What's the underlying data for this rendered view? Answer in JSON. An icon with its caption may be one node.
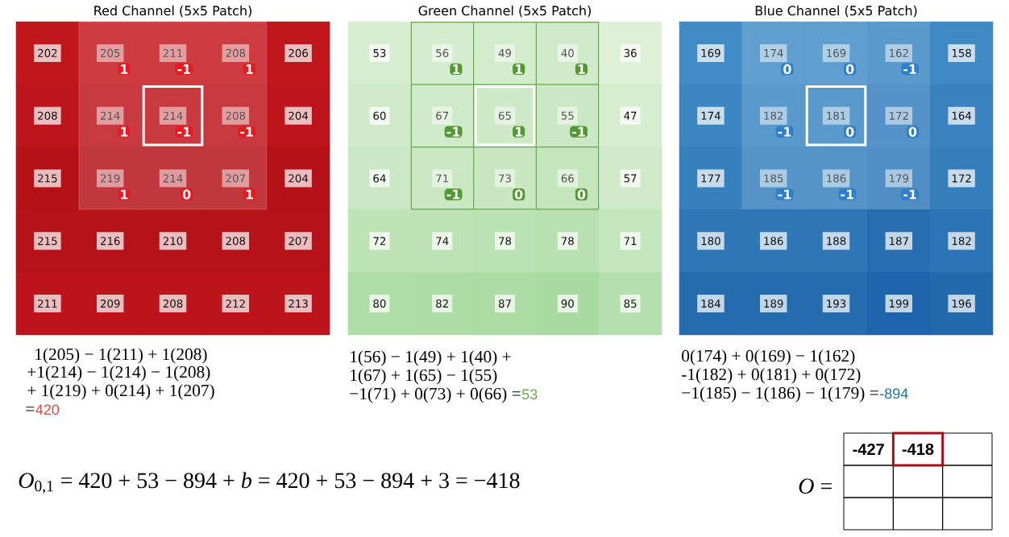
{
  "diagram": {
    "nodes": [
      {
        "text": [
          "Red Channel (5x5 Patch)"
        ]
      },
      {
        "text": [
          "202"
        ],
        "in": 0
      },
      {
        "text": [
          "205",
          "1"
        ],
        "in": 0
      },
      {
        "text": [
          "211",
          "-1"
        ],
        "in": 0
      },
      {
        "text": [
          "208",
          "1"
        ],
        "in": 0
      },
      {
        "text": [
          "206"
        ],
        "in": 0
      },
      {
        "text": [
          "208"
        ],
        "in": 0
      },
      {
        "text": [
          "214",
          "1"
        ],
        "in": 0
      },
      {
        "text": [
          "214",
          "-1"
        ],
        "in": 0
      },
      {
        "text": [
          "208",
          "-1"
        ],
        "in": 0
      },
      {
        "text": [
          "204"
        ],
        "in": 0
      },
      {
        "text": [
          "215"
        ],
        "in": 0
      },
      {
        "text": [
          "219",
          "1"
        ],
        "in": 0
      },
      {
        "text": [
          "214",
          "0"
        ],
        "in": 0
      },
      {
        "text": [
          "207",
          "1"
        ],
        "in": 0
      },
      {
        "text": [
          "204"
        ],
        "in": 0
      },
      {
        "text": [
          "215"
        ],
        "in": 0
      },
      {
        "text": [
          "216"
        ],
        "in": 0
      },
      {
        "text": [
          "210"
        ],
        "in": 0
      },
      {
        "text": [
          "208"
        ],
        "in": 0
      },
      {
        "text": [
          "207"
        ],
        "in": 0
      },
      {
        "text": [
          "211"
        ],
        "in": 0
      },
      {
        "text": [
          "209"
        ],
        "in": 0
      },
      {
        "text": [
          "208"
        ],
        "in": 0
      },
      {
        "text": [
          "212"
        ],
        "in": 0
      },
      {
        "text": [
          "213"
        ],
        "in": 0
      },
      {
        "text": [
          "Green Channel (5x5 Patch)"
        ]
      },
      {
        "text": [
          "53"
        ],
        "in": 26
      },
      {
        "text": [
          "56",
          "1"
        ],
        "in": 26
      },
      {
        "text": [
          "49",
          "1"
        ],
        "in": 26
      },
      {
        "text": [
          "40",
          "1"
        ],
        "in": 26
      },
      {
        "text": [
          "36"
        ],
        "in": 26
      },
      {
        "text": [
          "60"
        ],
        "in": 26
      },
      {
        "text": [
          "67",
          "-1"
        ],
        "in": 26
      },
      {
        "text": [
          "65",
          "1"
        ],
        "in": 26
      },
      {
        "text": [
          "55",
          "-1"
        ],
        "in": 26
      },
      {
        "text": [
          "47"
        ],
        "in": 26
      },
      {
        "text": [
          "64"
        ],
        "in": 26
      },
      {
        "text": [
          "71",
          "-1"
        ],
        "in": 26
      },
      {
        "text": [
          "73",
          "0"
        ],
        "in": 26
      },
      {
        "text": [
          "66",
          "0"
        ],
        "in": 26
      },
      {
        "text": [
          "57"
        ],
        "in": 26
      },
      {
        "text": [
          "72"
        ],
        "in": 26
      },
      {
        "text": [
          "74"
        ],
        "in": 26
      },
      {
        "text": [
          "78"
        ],
        "in": 26
      },
      {
        "text": [
          "78"
        ],
        "in": 26
      },
      {
        "text": [
          "71"
        ],
        "in": 26
      },
      {
        "text": [
          "80"
        ],
        "in": 26
      },
      {
        "text": [
          "82"
        ],
        "in": 26
      },
      {
        "text": [
          "87"
        ],
        "in": 26
      },
      {
        "text": [
          "90"
        ],
        "in": 26
      },
      {
        "text": [
          "85"
        ],
        "in": 26
      },
      {
        "text": [
          "Blue Channel (5x5 Patch)"
        ]
      },
      {
        "text": [
          "169"
        ],
        "in": 52
      },
      {
        "text": [
          "174",
          "0"
        ],
        "in": 52
      },
      {
        "text": [
          "169",
          "0"
        ],
        "in": 52
      },
      {
        "text": [
          "162",
          "-1"
        ],
        "in": 52
      },
      {
        "text": [
          "158"
        ],
        "in": 52
      },
      {
        "text": [
          "174"
        ],
        "in": 52
      },
      {
        "text": [
          "182",
          "-1"
        ],
        "in": 52
      },
      {
        "text": [
          "181",
          "0"
        ],
        "in": 52
      },
      {
        "text": [
          "172",
          "0"
        ],
        "in": 52
      },
      {
        "text": [
          "164"
        ],
        "in": 52
      },
      {
        "text": [
          "177"
        ],
        "in": 52
      },
      {
        "text": [
          "185",
          "-1"
        ],
        "in": 52
      },
      {
        "text": [
          "186",
          "-1"
        ],
        "in": 52
      },
      {
        "text": [
          "179",
          "-1"
        ],
        "in": 52
      },
      {
        "text": [
          "172"
        ],
        "in": 52
      },
      {
        "text": [
          "180"
        ],
        "in": 52
      },
      {
        "text": [
          "186"
        ],
        "in": 52
      },
      {
        "text": [
          "188"
        ],
        "in": 52
      },
      {
        "text": [
          "187"
        ],
        "in": 52
      },
      {
        "text": [
          "182"
        ],
        "in": 52
      },
      {
        "text": [
          "184"
        ],
        "in": 52
      },
      {
        "text": [
          "189"
        ],
        "in": 52
      },
      {
        "text": [
          "193"
        ],
        "in": 52
      },
      {
        "text": [
          "199"
        ],
        "in": 52
      },
      {
        "text": [
          "196"
        ],
        "in": 52
      },
      {
        "text": [
          "-427"
        ]
      },
      {
        "text": [
          "-418"
        ]
      },
      {
        "text": [],
        "shape": "box"
      },
      {
        "text": [],
        "shape": "box"
      },
      {
        "text": [],
        "shape": "box"
      },
      {
        "text": [],
        "shape": "box"
      },
      {
        "text": [],
        "shape": "box"
      },
      {
        "text": [],
        "shape": "box"
      },
      {
        "text": [],
        "shape": "box"
      }
    ],
    "labels": [
      "1(205) − 1(211) + 1(208)",
      "+1(214) − 1(214) − 1(208)",
      "+ 1(219) + 0(214) + 1(207)",
      "=",
      "420",
      "1(56) − 1(49) + 1(40) +",
      "1(67) + 1(65) − 1(55)",
      "−1(71) + 0(73) + 0(66) =",
      "53",
      "0(174) + 0(169) − 1(162)",
      "-1(182) + 0(181) + 0(172)",
      "−1(185) − 1(186) − 1(179) =",
      "-894",
      "*O*$_{0,1}$ = 420 + 53 − 894 + *b* = 420 + 53 − 894 + 3 = −418",
      "*O* ="
    ]
  }
}
